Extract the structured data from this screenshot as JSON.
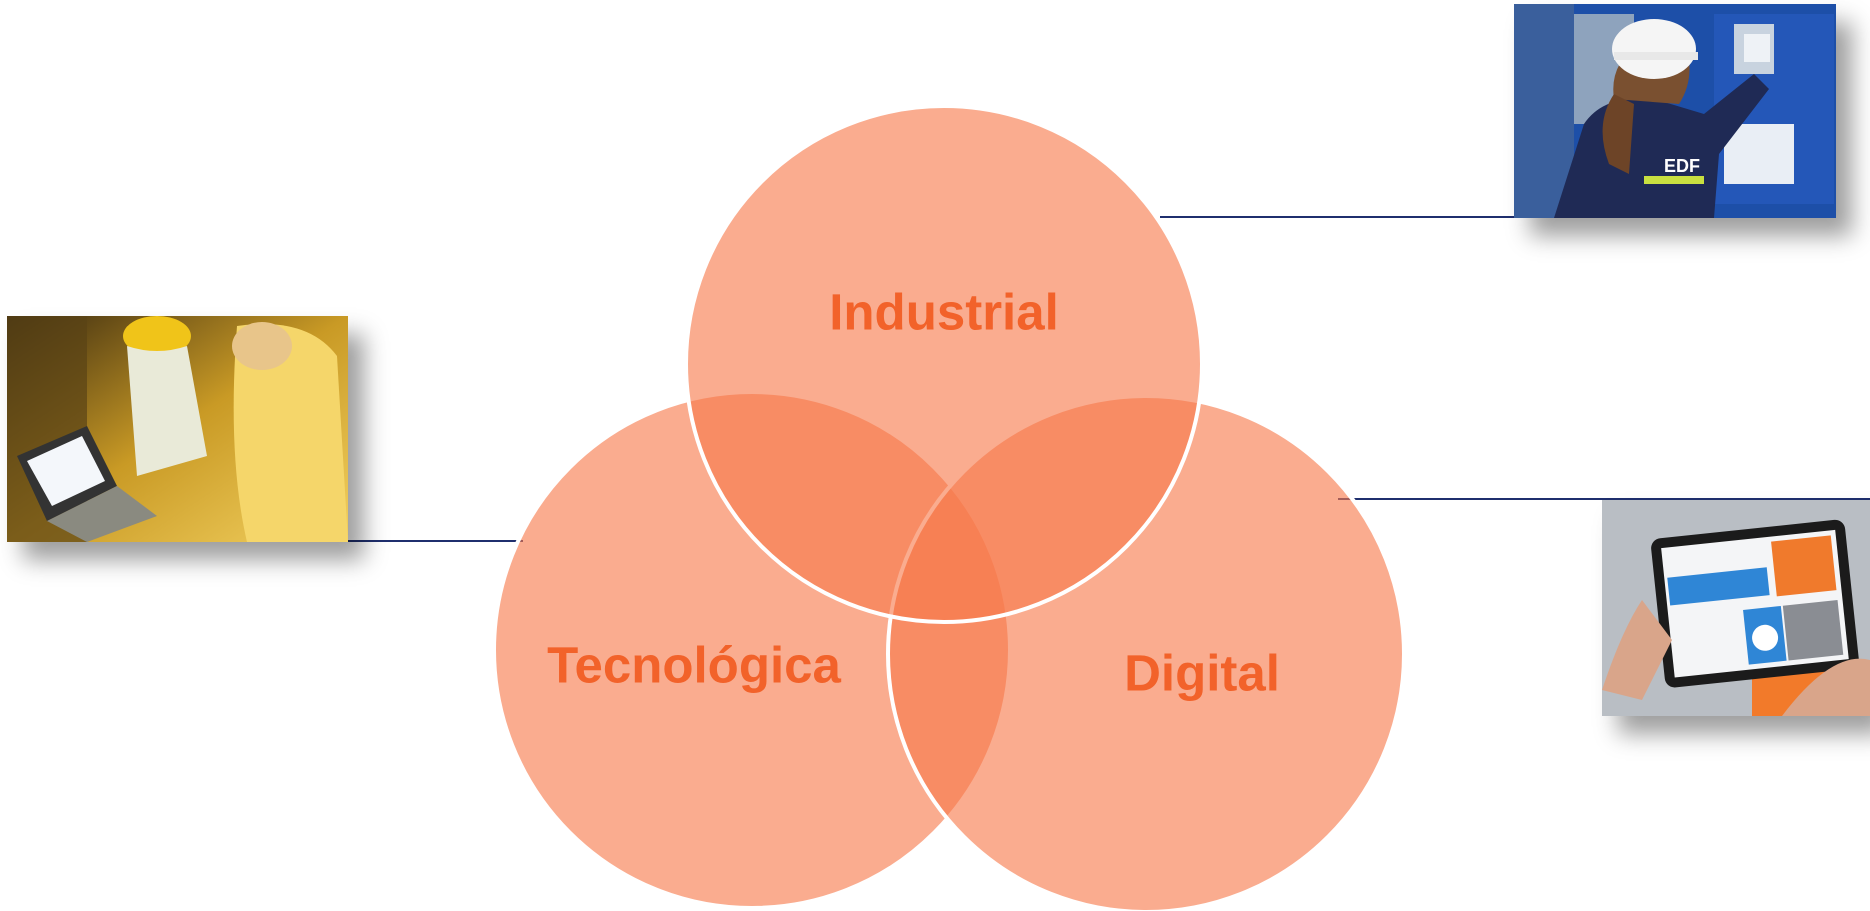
{
  "diagram": {
    "circles": [
      {
        "id": "industrial",
        "label": "Industrial"
      },
      {
        "id": "tecnologica",
        "label": "Tecnológica"
      },
      {
        "id": "digital",
        "label": "Digital"
      }
    ],
    "colors": {
      "circle_fill": "#f7794a",
      "overlap_fill": "#f56a3a",
      "label": "#f2622a",
      "outline": "#ffffff",
      "connector": "#1f2f6e"
    }
  },
  "photos": [
    {
      "id": "industrial-photo",
      "subject": "engineer in hard hat at control panel",
      "badge": "EDF"
    },
    {
      "id": "tecnologica-photo",
      "subject": "technicians with laptop in plant"
    },
    {
      "id": "digital-photo",
      "subject": "hands holding tablet with dashboard"
    }
  ]
}
